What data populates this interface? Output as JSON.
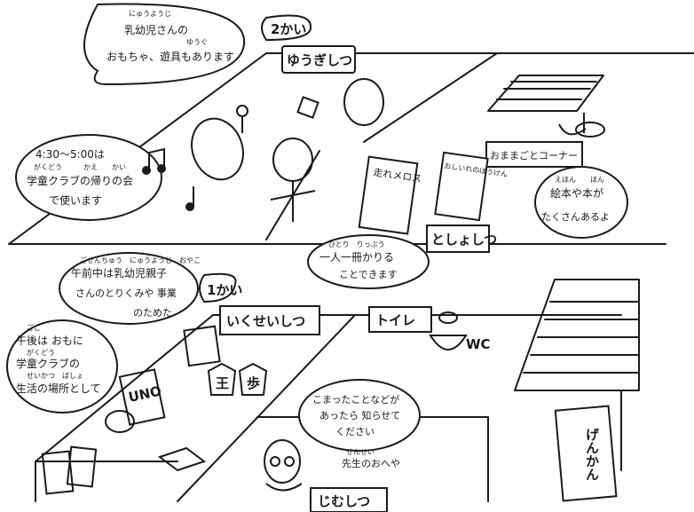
{
  "floors": {
    "second": "2かい",
    "first": "1かい"
  },
  "rooms": {
    "playroom": "ゆうぎしつ",
    "pretend_corner": "おままごとコーナー",
    "library": "としょしつ",
    "multipurpose": "いくせいしつ",
    "toilet": "トイレ",
    "wc": "WC",
    "entrance": "げんかん",
    "office": "じむしつ"
  },
  "bubbles": {
    "toys": {
      "line1_ruby": "にゅうようじ",
      "line1": "乳幼児さんの",
      "line2_ruby": "ゆうぐ",
      "line2": "おもちゃ、遊具もあります"
    },
    "after_school": {
      "line1": "4:30～5:00は",
      "line2_ruby": "がくどう　　　かえ　　かい",
      "line2": "学童クラブの帰りの会",
      "line3": "で使います"
    },
    "books": {
      "line1_ruby": "えほん　　ほん",
      "line1": "絵本や本が",
      "line2": "たくさんあるよ"
    },
    "borrow": {
      "line1_ruby": "ひとり　りっぷう",
      "line1": "一人一冊かりる",
      "line2": "ことできます"
    },
    "morning": {
      "line1_ruby": "ごぜんちゅう　にゅうようじ　おやこ",
      "line1": "午前中は乳幼児親子",
      "line2": "さんのとりくみや 事業",
      "line3": "のためた"
    },
    "afternoon": {
      "line1_ruby": "ごご",
      "line1": "午後は おもに",
      "line2_ruby": "がくどう",
      "line2": "学童クラブの",
      "line3_ruby": "せいかつ　ばしょ",
      "line3": "生活の場所として"
    },
    "help": {
      "line1": "こまったことなどが",
      "line2": "あったら 知らせて",
      "line3": "ください"
    }
  },
  "labels": {
    "teacher": "先生のおへや",
    "teacher_ruby": "せんせい",
    "book1": "走れメロス",
    "book2": "おしいれのぼうけん",
    "uno": "UNO",
    "shogi_king": "王",
    "shogi_pawn": "歩"
  }
}
